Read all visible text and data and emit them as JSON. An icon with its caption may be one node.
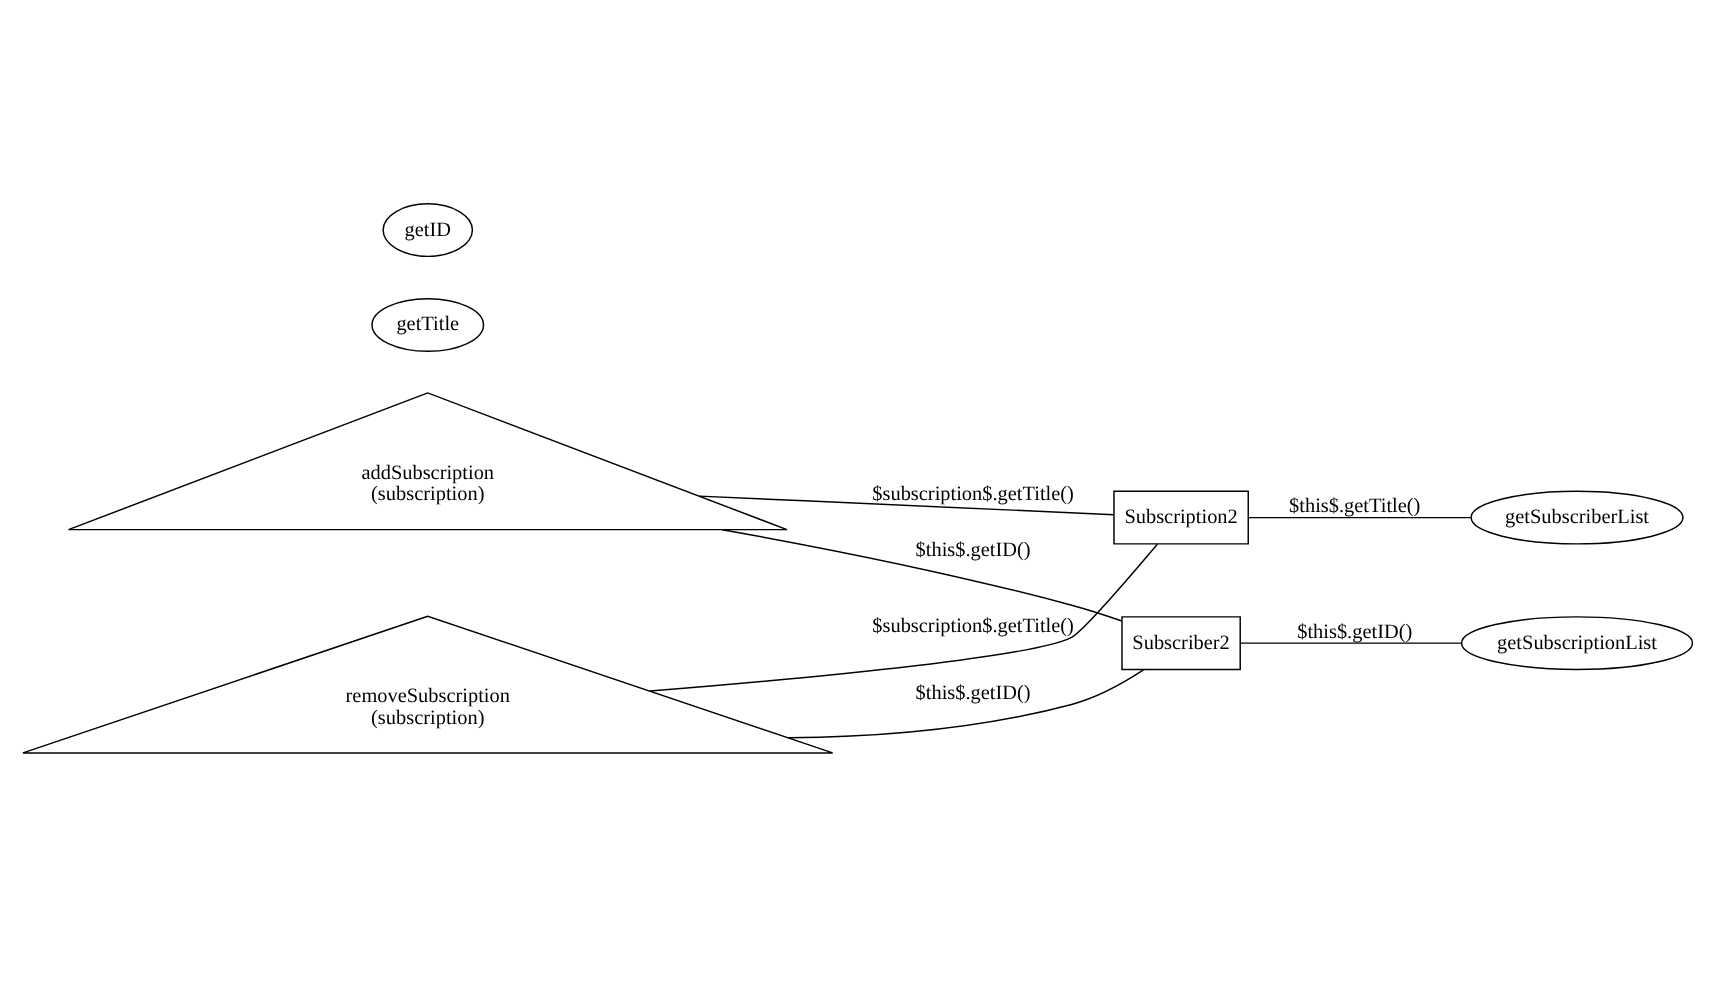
{
  "diagram": {
    "nodes": [
      {
        "text": [
          "addSubscription",
          "(subscription)"
        ]
      },
      {
        "text": [
          "getTitle"
        ]
      },
      {
        "text": [
          "getSubscriberList"
        ]
      },
      {
        "text": [
          "Subscription2"
        ]
      },
      {
        "text": [
          "getID"
        ]
      },
      {
        "text": [
          "Subscriber2"
        ]
      },
      {
        "text": [
          "removeSubscription",
          "(subscription)"
        ]
      },
      {
        "text": [
          "getSubscriptionList"
        ]
      }
    ],
    "edges": [
      {
        "from": 0,
        "to": 3,
        "arrow": "none",
        "label": "$subscription$.getTitle()"
      },
      {
        "from": 0,
        "to": 5,
        "arrow": "none",
        "label": "$this$.getID()"
      },
      {
        "from": 6,
        "to": 3,
        "arrow": "none",
        "label": "$subscription$.getTitle()"
      },
      {
        "from": 6,
        "to": 5,
        "arrow": "none",
        "label": "$this$.getID()"
      },
      {
        "from": 3,
        "to": 2,
        "arrow": "none",
        "label": "$this$.getTitle()"
      },
      {
        "from": 5,
        "to": 7,
        "arrow": "none",
        "label": "$this$.getID()"
      }
    ]
  }
}
